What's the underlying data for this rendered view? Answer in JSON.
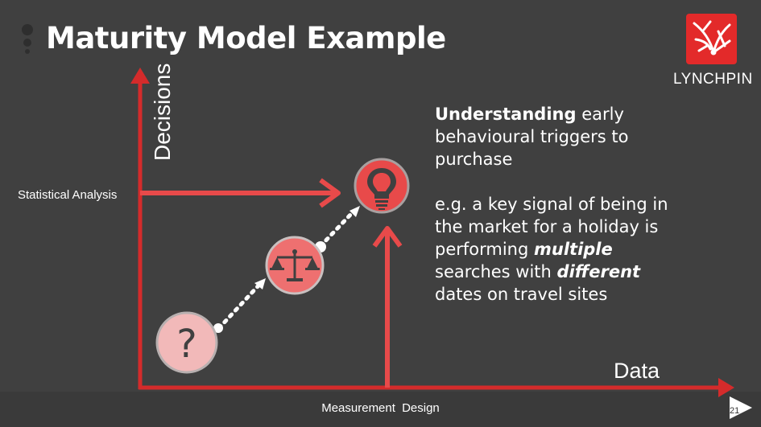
{
  "slide": {
    "title": "Maturity Model Example",
    "page_number": "21"
  },
  "logo": {
    "name": "LYNCHPIN"
  },
  "axes": {
    "y_label": "Decisions",
    "x_label": "Data",
    "y_marker_label": "Statistical Analysis",
    "x_marker_label": "Measurement  Design"
  },
  "description": {
    "line1_bold": "Understanding",
    "line1_rest": " early behavioural triggers to purchase",
    "line2_start": "e.g. a key signal of being in the market for a holiday is performing ",
    "line2_em1": "multiple",
    "line2_mid": " searches with ",
    "line2_em2": "different",
    "line2_end": " dates on travel sites"
  },
  "stages": [
    {
      "icon": "question-mark-icon",
      "symbol": "?"
    },
    {
      "icon": "scales-icon"
    },
    {
      "icon": "lightbulb-icon"
    }
  ],
  "colors": {
    "background": "#404040",
    "axis_red": "#d42b2b",
    "arrow_red": "#e84a4a",
    "stage1": "#f2b9b9",
    "stage2": "#ee7070",
    "stage3": "#e84a4a",
    "logo_red": "#e32a2a"
  }
}
